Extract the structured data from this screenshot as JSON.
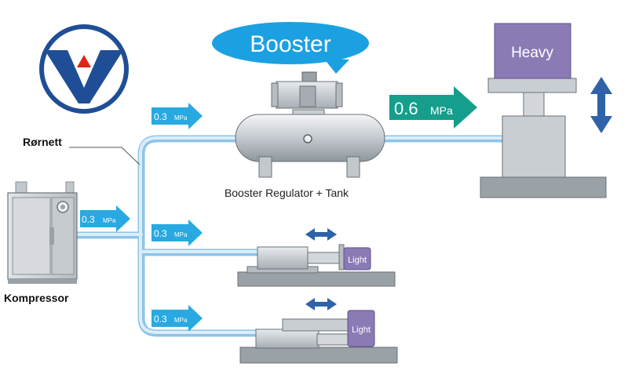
{
  "labels": {
    "booster_bubble": "Booster",
    "heavy": "Heavy",
    "light_1": "Light",
    "light_2": "Light",
    "pipe_network": "Rørnett",
    "compressor": "Kompressor",
    "booster_caption": "Booster Regulator + Tank"
  },
  "pressures": {
    "compressor_out": {
      "value": "0.3",
      "unit": "MPa"
    },
    "to_booster": {
      "value": "0.3",
      "unit": "MPa"
    },
    "branch_middle": {
      "value": "0.3",
      "unit": "MPa"
    },
    "branch_bottom": {
      "value": "0.3",
      "unit": "MPa"
    },
    "boosted": {
      "value": "0.6",
      "unit": "MPa"
    }
  },
  "colors": {
    "pipe": "#a9d3ef",
    "pressure_arrow": "#29a9e1",
    "boost_arrow": "#159e8c",
    "bubble": "#1ba1e2",
    "load_block": "#8b7bb5",
    "motion_arrow": "#2f62a8",
    "logo_blue": "#1f4e96",
    "logo_red": "#e2231a"
  },
  "icons": {
    "logo": "brand-logo-icon",
    "motion": "double-arrow-icon"
  }
}
